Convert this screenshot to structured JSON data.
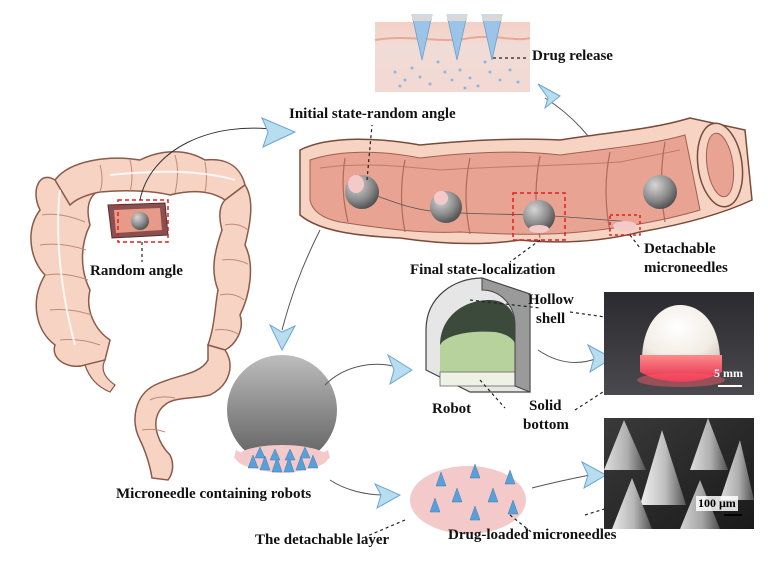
{
  "labels": {
    "drug_release": "Drug release",
    "initial_state": "Initial state-random angle",
    "random_angle": "Random angle",
    "final_state": "Final state-localization",
    "detachable_1": "Detachable",
    "detachable_2": "microneedles",
    "hollow_1": "Hollow",
    "hollow_2": "shell",
    "robot": "Robot",
    "solid_1": "Solid",
    "solid_2": "bottom",
    "mn_robots": "Microneedle containing robots",
    "detachable_layer": "The detachable layer",
    "drug_loaded": "Drug-loaded microneedles"
  },
  "scalebars": {
    "photo": "5 mm",
    "sem": "100 μm"
  },
  "colors": {
    "colon_fill": "#f6d3c2",
    "colon_inner": "#e89a88",
    "robot_gray": "#7d7d7d",
    "arrow_blue": "#a9d3ec",
    "dashed_red": "#e02020",
    "needle_blue": "#5aa0d8",
    "pink_layer": "#f4c9c9"
  }
}
